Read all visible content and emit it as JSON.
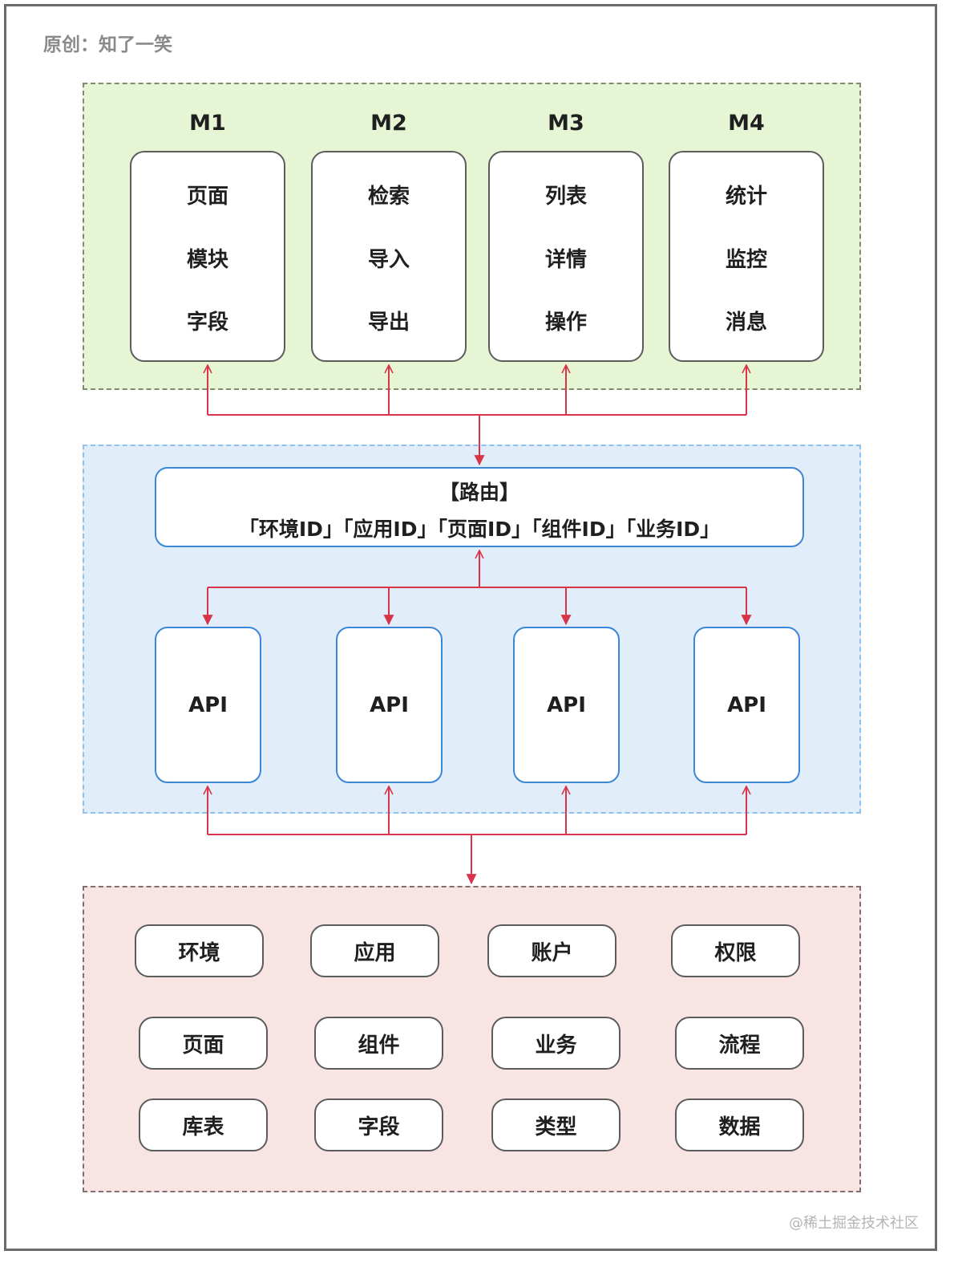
{
  "author": "原创：知了一笑",
  "watermark": "@稀土掘金技术社区",
  "modules": [
    {
      "title": "M1",
      "items": [
        "页面",
        "模块",
        "字段"
      ]
    },
    {
      "title": "M2",
      "items": [
        "检索",
        "导入",
        "导出"
      ]
    },
    {
      "title": "M3",
      "items": [
        "列表",
        "详情",
        "操作"
      ]
    },
    {
      "title": "M4",
      "items": [
        "统计",
        "监控",
        "消息"
      ]
    }
  ],
  "router": {
    "title": "【路由】",
    "ids": "「环境ID」「应用ID」「页面ID」「组件ID」「业务ID」"
  },
  "apis": [
    "API",
    "API",
    "API",
    "API"
  ],
  "entities": [
    [
      "环境",
      "应用",
      "账户",
      "权限"
    ],
    [
      "页面",
      "组件",
      "业务",
      "流程"
    ],
    [
      "库表",
      "字段",
      "类型",
      "数据"
    ]
  ],
  "colors": {
    "module_zone": "#e6f6d5",
    "routing_zone": "#e1edf9",
    "entity_zone": "#f9e4e4",
    "connector": "#d8344a",
    "blue_border": "#3a87d6"
  }
}
